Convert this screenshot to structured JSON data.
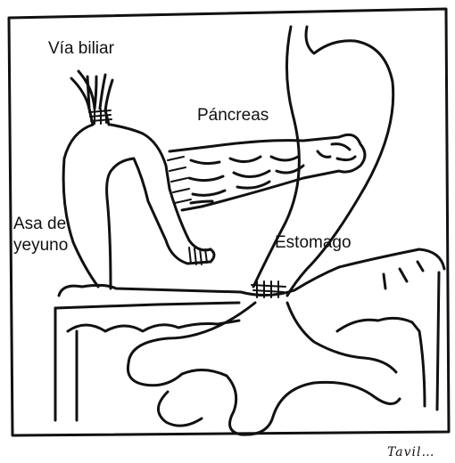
{
  "labels": {
    "via_biliar": "Vía biliar",
    "pancreas": "Páncreas",
    "asa_line1": "Asa de",
    "asa_line2": "yeyuno",
    "estomago": "Estomago",
    "signature": "Tavil…"
  },
  "colors": {
    "ink": "#111111",
    "paper": "#ffffff"
  }
}
